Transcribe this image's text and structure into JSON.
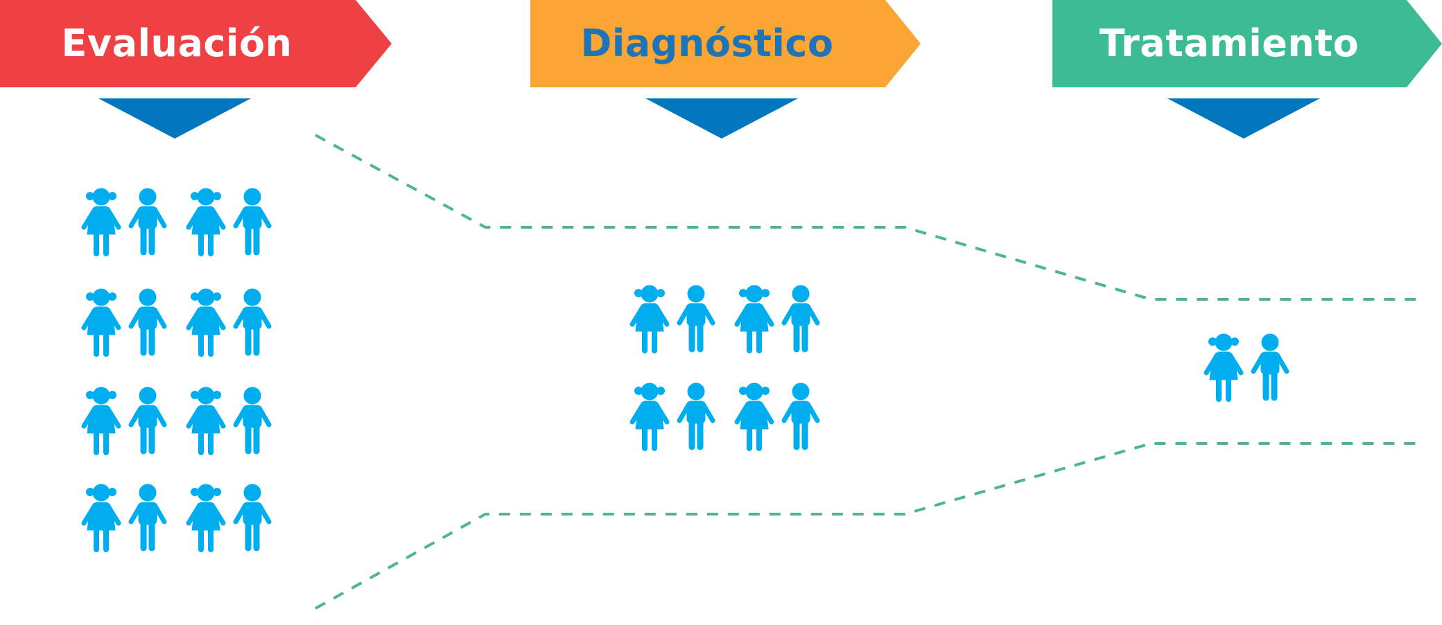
{
  "stages": [
    {
      "label": "Evaluación",
      "color": "#EF4044",
      "text_color": "#FFFFFF",
      "children": 16
    },
    {
      "label": "Diagnóstico",
      "color": "#FBA535",
      "text_color": "#1F73B7",
      "children": 8
    },
    {
      "label": "Tratamiento",
      "color": "#3DBB93",
      "text_color": "#FFFFFF",
      "children": 2
    }
  ],
  "colors": {
    "pointer": "#0277BD",
    "figure": "#00AEEF",
    "funnel_line": "#4DB68A"
  },
  "icons": [
    "girl-icon",
    "boy-icon",
    "pointer-triangle-icon"
  ]
}
